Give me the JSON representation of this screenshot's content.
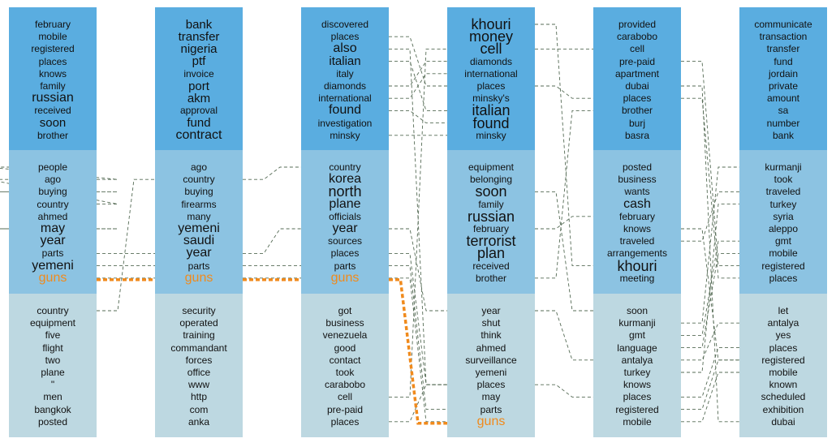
{
  "colors": {
    "band_top": "#5aade0",
    "band_mid": "#8cc3e2",
    "band_bottom": "#bdd8e1",
    "highlight": "#f08a1c",
    "link": "#556b55"
  },
  "highlight_term": "guns",
  "columns": [
    {
      "top": [
        "february",
        "mobile",
        "registered",
        "places",
        "knows",
        "family",
        "russian",
        "received",
        "soon",
        "brother"
      ],
      "mid": [
        "people",
        "ago",
        "buying",
        "country",
        "ahmed",
        "may",
        "year",
        "parts",
        "yemeni",
        "guns"
      ],
      "bottom": [
        "country",
        "equipment",
        "five",
        "flight",
        "two",
        "plane",
        "\"",
        "men",
        "bangkok",
        "posted"
      ]
    },
    {
      "top": [
        "bank",
        "transfer",
        "nigeria",
        "ptf",
        "invoice",
        "port",
        "akm",
        "approval",
        "fund",
        "contract"
      ],
      "mid": [
        "ago",
        "country",
        "buying",
        "firearms",
        "many",
        "yemeni",
        "saudi",
        "year",
        "parts",
        "guns"
      ],
      "bottom": [
        "security",
        "operated",
        "training",
        "commandant",
        "forces",
        "office",
        "www",
        "http",
        "com",
        "anka"
      ]
    },
    {
      "top": [
        "discovered",
        "places",
        "also",
        "italian",
        "italy",
        "diamonds",
        "international",
        "found",
        "investigation",
        "minsky"
      ],
      "mid": [
        "country",
        "korea",
        "north",
        "plane",
        "officials",
        "year",
        "sources",
        "places",
        "parts",
        "guns"
      ],
      "bottom": [
        "got",
        "business",
        "venezuela",
        "good",
        "contact",
        "took",
        "carabobo",
        "cell",
        "pre-paid",
        "places"
      ]
    },
    {
      "top": [
        "khouri",
        "money",
        "cell",
        "diamonds",
        "international",
        "places",
        "minsky's",
        "italian",
        "found",
        "minsky"
      ],
      "mid": [
        "equipment",
        "belonging",
        "soon",
        "family",
        "russian",
        "february",
        "terrorist",
        "plan",
        "received",
        "brother"
      ],
      "bottom": [
        "year",
        "shut",
        "think",
        "ahmed",
        "surveillance",
        "yemeni",
        "places",
        "may",
        "parts",
        "guns"
      ]
    },
    {
      "top": [
        "provided",
        "carabobo",
        "cell",
        "pre-paid",
        "apartment",
        "dubai",
        "places",
        "brother",
        "burj",
        "basra"
      ],
      "mid": [
        "posted",
        "business",
        "wants",
        "cash",
        "february",
        "knows",
        "traveled",
        "arrangements",
        "khouri",
        "meeting"
      ],
      "bottom": [
        "soon",
        "kurmanji",
        "gmt",
        "language",
        "antalya",
        "turkey",
        "knows",
        "places",
        "registered",
        "mobile"
      ]
    },
    {
      "top": [
        "communicate",
        "transaction",
        "transfer",
        "fund",
        "jordain",
        "private",
        "amount",
        "sa",
        "number",
        "bank"
      ],
      "mid": [
        "kurmanji",
        "took",
        "traveled",
        "turkey",
        "syria",
        "aleppo",
        "gmt",
        "mobile",
        "registered",
        "places"
      ],
      "bottom": [
        "let",
        "antalya",
        "yes",
        "places",
        "registered",
        "mobile",
        "known",
        "scheduled",
        "exhibition",
        "dubai"
      ]
    }
  ],
  "word_weights": [
    {
      "top": [
        0,
        0,
        0,
        0,
        0,
        0,
        2,
        0,
        1,
        0
      ],
      "mid": [
        0,
        0,
        0,
        0,
        0,
        2,
        2,
        0,
        2,
        2
      ],
      "bottom": [
        0,
        0,
        0,
        0,
        0,
        0,
        0,
        0,
        0,
        0
      ]
    },
    {
      "top": [
        1,
        1,
        1,
        1,
        0,
        1,
        1,
        0,
        1,
        2
      ],
      "mid": [
        0,
        0,
        0,
        0,
        0,
        2,
        2,
        2,
        0,
        2
      ],
      "bottom": [
        0,
        0,
        0,
        0,
        0,
        0,
        0,
        0,
        0,
        0
      ]
    },
    {
      "top": [
        0,
        0,
        2,
        1,
        0,
        0,
        0,
        2,
        0,
        0
      ],
      "mid": [
        0,
        2,
        3,
        2,
        0,
        2,
        0,
        0,
        0,
        2
      ],
      "bottom": [
        0,
        0,
        0,
        0,
        0,
        0,
        0,
        0,
        0,
        0
      ]
    },
    {
      "top": [
        3,
        3,
        3,
        0,
        0,
        0,
        0,
        3,
        3,
        0
      ],
      "mid": [
        0,
        0,
        3,
        0,
        3,
        0,
        3,
        3,
        0,
        0
      ],
      "bottom": [
        0,
        0,
        0,
        0,
        0,
        0,
        0,
        0,
        0,
        2
      ]
    },
    {
      "top": [
        0,
        0,
        0,
        0,
        0,
        0,
        0,
        0,
        0,
        0
      ],
      "mid": [
        0,
        0,
        0,
        2,
        0,
        0,
        0,
        0,
        3,
        0
      ],
      "bottom": [
        0,
        0,
        0,
        0,
        0,
        0,
        0,
        0,
        0,
        0
      ]
    },
    {
      "top": [
        0,
        0,
        0,
        0,
        0,
        0,
        0,
        0,
        0,
        0
      ],
      "mid": [
        0,
        0,
        0,
        0,
        0,
        0,
        0,
        0,
        0,
        0
      ],
      "bottom": [
        0,
        0,
        0,
        0,
        0,
        0,
        0,
        0,
        0,
        0
      ]
    }
  ],
  "links": [
    [
      0,
      "m",
      1,
      0,
      "m",
      0
    ],
    [
      0,
      "m",
      2,
      0,
      "m",
      2
    ],
    [
      0,
      "m",
      3,
      0,
      "m",
      1
    ],
    [
      0,
      "m",
      5,
      0,
      "m",
      5
    ],
    [
      0,
      "m",
      7,
      1,
      "m",
      7
    ],
    [
      0,
      "m",
      8,
      1,
      "m",
      8
    ],
    [
      0,
      "m",
      9,
      1,
      "m",
      9
    ],
    [
      0,
      "b",
      0,
      1,
      "m",
      1
    ],
    [
      1,
      "m",
      1,
      2,
      "m",
      0
    ],
    [
      1,
      "m",
      7,
      2,
      "m",
      5
    ],
    [
      1,
      "m",
      8,
      2,
      "m",
      8
    ],
    [
      1,
      "m",
      9,
      2,
      "m",
      9
    ],
    [
      2,
      "t",
      1,
      3,
      "t",
      5
    ],
    [
      2,
      "t",
      2,
      3,
      "b",
      6
    ],
    [
      2,
      "t",
      3,
      3,
      "t",
      7
    ],
    [
      2,
      "t",
      5,
      3,
      "t",
      3
    ],
    [
      2,
      "t",
      6,
      3,
      "t",
      4
    ],
    [
      2,
      "t",
      7,
      3,
      "t",
      8
    ],
    [
      2,
      "t",
      9,
      3,
      "t",
      9
    ],
    [
      2,
      "m",
      5,
      3,
      "b",
      0
    ],
    [
      2,
      "m",
      7,
      3,
      "b",
      6
    ],
    [
      2,
      "m",
      8,
      3,
      "b",
      8
    ],
    [
      2,
      "m",
      9,
      3,
      "b",
      9
    ],
    [
      2,
      "b",
      7,
      3,
      "t",
      2
    ],
    [
      2,
      "b",
      9,
      3,
      "b",
      6
    ],
    [
      3,
      "t",
      0,
      4,
      "m",
      8
    ],
    [
      3,
      "t",
      2,
      4,
      "t",
      2
    ],
    [
      3,
      "t",
      5,
      4,
      "t",
      6
    ],
    [
      3,
      "m",
      2,
      4,
      "b",
      0
    ],
    [
      3,
      "m",
      5,
      4,
      "m",
      4
    ],
    [
      3,
      "m",
      9,
      4,
      "t",
      7
    ],
    [
      3,
      "b",
      6,
      4,
      "b",
      7
    ],
    [
      3,
      "b",
      0,
      4,
      "b",
      4
    ],
    [
      4,
      "t",
      6,
      5,
      "m",
      9
    ],
    [
      4,
      "t",
      5,
      5,
      "b",
      9
    ],
    [
      4,
      "m",
      6,
      5,
      "m",
      2
    ],
    [
      4,
      "m",
      5,
      5,
      "b",
      4
    ],
    [
      4,
      "b",
      1,
      5,
      "m",
      0
    ],
    [
      4,
      "b",
      2,
      5,
      "m",
      6
    ],
    [
      4,
      "b",
      4,
      5,
      "b",
      1
    ],
    [
      4,
      "b",
      5,
      5,
      "m",
      3
    ],
    [
      4,
      "b",
      7,
      5,
      "b",
      3
    ],
    [
      4,
      "b",
      8,
      5,
      "b",
      4
    ],
    [
      4,
      "b",
      9,
      5,
      "b",
      5
    ],
    [
      4,
      "b",
      3,
      5,
      "m",
      7
    ],
    [
      4,
      "t",
      3,
      5,
      "m",
      8
    ]
  ]
}
